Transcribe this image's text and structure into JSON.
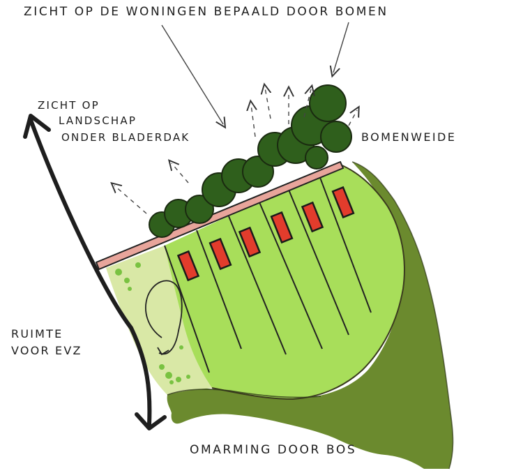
{
  "labels": {
    "title": "ZICHT OP DE WONINGEN BEPAALD DOOR BOMEN",
    "landscape_line1": "ZICHT OP",
    "landscape_line2": "LANDSCHAP",
    "landscape_line3": "ONDER BLADERDAK",
    "bomenweide": "BOMENWEIDE",
    "evz_line1": "RUIMTE",
    "evz_line2": "VOOR EVZ",
    "bos": "OMARMING DOOR BOS"
  },
  "colors": {
    "forest": "#6b8a2e",
    "meadow": "#a8de5a",
    "evz_strip": "#d9e8a6",
    "trees": "#2f5f1c",
    "houses": "#e23c2c",
    "tree_line": "#e8a59b",
    "ink": "#1c1c1c"
  },
  "house_count": 6
}
